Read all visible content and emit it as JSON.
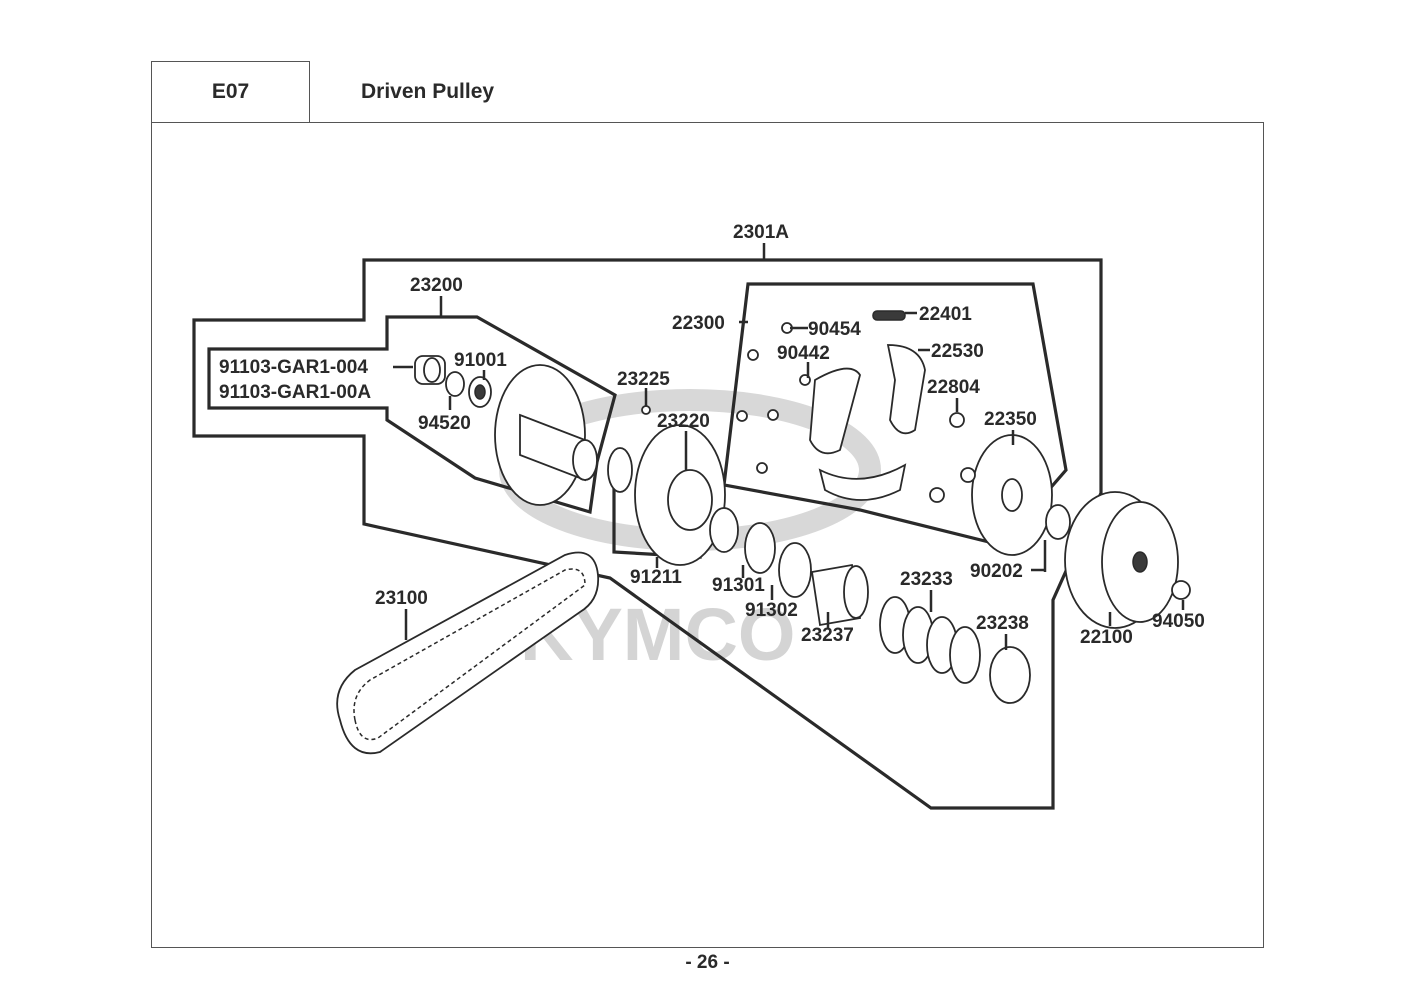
{
  "header": {
    "section_code": "E07",
    "title": "Driven Pulley"
  },
  "watermark": "KYMCO",
  "assemblies": {
    "outer": "2301A",
    "pulley_set": "23200",
    "clutch_set": "22300",
    "bearing_set": [
      "91103-GAR1-004",
      "91103-GAR1-00A"
    ]
  },
  "parts": {
    "p91001": "91001",
    "p94520": "94520",
    "p23225": "23225",
    "p23220": "23220",
    "p90454": "90454",
    "p22401": "22401",
    "p90442": "90442",
    "p22530": "22530",
    "p22804": "22804",
    "p22350": "22350",
    "p91211": "91211",
    "p91301": "91301",
    "p91302": "91302",
    "p23237": "23237",
    "p23233": "23233",
    "p23238": "23238",
    "p90202": "90202",
    "p22100": "22100",
    "p94050": "94050",
    "p23100": "23100"
  },
  "footer": {
    "page_number": "- 26 -"
  }
}
